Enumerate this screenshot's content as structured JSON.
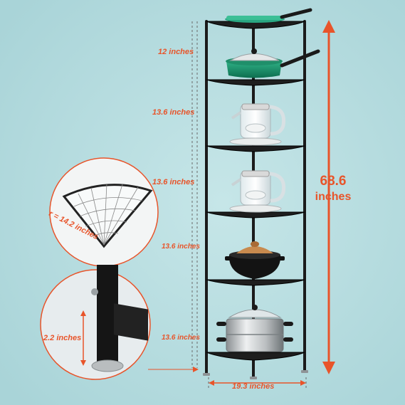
{
  "colors": {
    "background": "#b5dcdf",
    "label": "#e8542a",
    "arrow": "#e8542a",
    "rack": "#1b1b1b"
  },
  "labels": {
    "shelf_1_gap": "12 inches",
    "shelf_2_gap": "13.6 inches",
    "shelf_3_gap": "13.6 inches",
    "shelf_4_gap": "13.6 inches",
    "shelf_5_gap": "13.6 inches",
    "total_height_value": "68.6",
    "total_height_unit": "inches",
    "width": "19.3 inches",
    "shelf_radius": "r = 14.2 inches",
    "foot_height": "2.2 inches"
  },
  "items": {
    "shelf_1": "frying-pan",
    "shelf_2": "green-saucepan",
    "shelf_3": "glass-kettle",
    "shelf_4": "glass-kettle",
    "shelf_5": "clay-pot",
    "shelf_6": "steamer-pot"
  }
}
